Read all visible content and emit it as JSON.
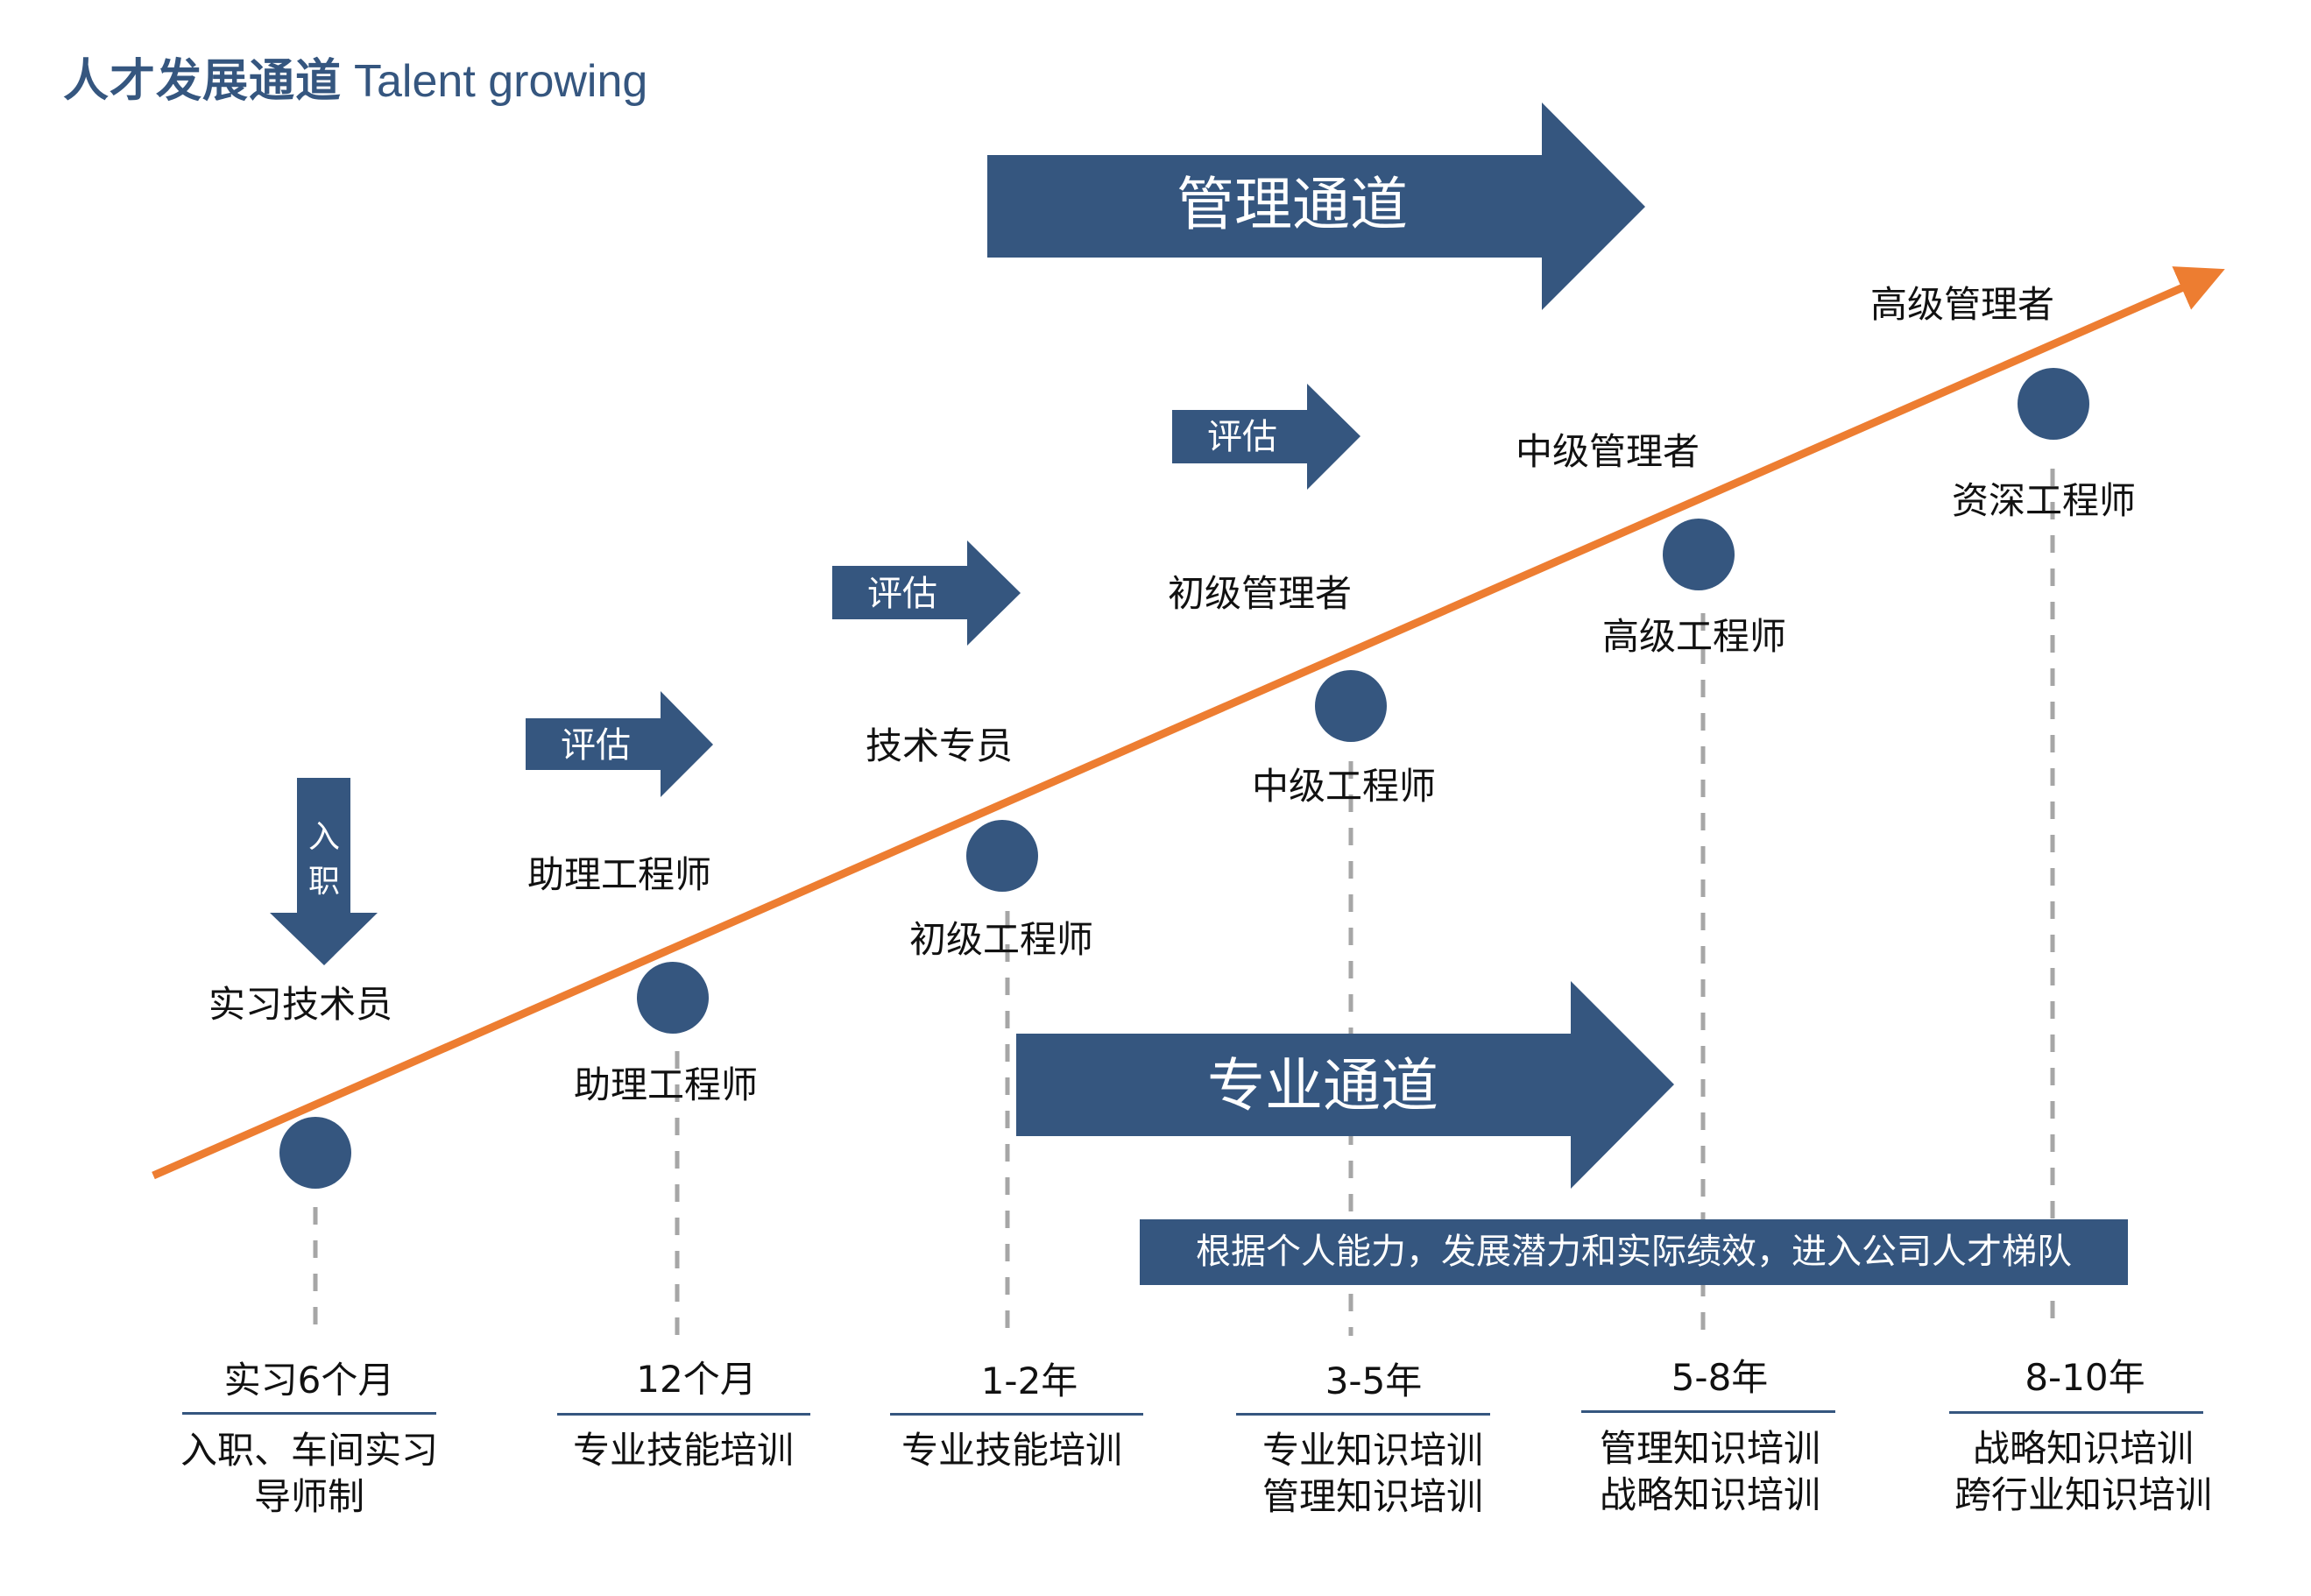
{
  "title": {
    "cn": "人才发展通道",
    "en": "Talent growing"
  },
  "colors": {
    "primary": "#35567f",
    "orange": "#ed7d31",
    "dash": "#a6a6a6",
    "text": "#111111"
  },
  "channels": {
    "management": "管理通道",
    "professional": "专业通道"
  },
  "entry_arrow": {
    "chars": [
      "入",
      "职"
    ]
  },
  "evaluate_arrows": [
    "评估",
    "评估",
    "评估"
  ],
  "management_roles": [
    "技术专员",
    "初级管理者",
    "中级管理者",
    "高级管理者"
  ],
  "start_role": "实习技术员",
  "upper_tech_role": "助理工程师",
  "milestones": [
    {
      "role": "",
      "period": "实习6个月",
      "training": [
        "入职、车间实习",
        "导师制"
      ]
    },
    {
      "role": "助理工程师",
      "period": "12个月",
      "training": [
        "专业技能培训"
      ]
    },
    {
      "role": "初级工程师",
      "period": "1-2年",
      "training": [
        "专业技能培训"
      ]
    },
    {
      "role": "中级工程师",
      "period": "3-5年",
      "training": [
        "专业知识培训",
        "管理知识培训"
      ]
    },
    {
      "role": "高级工程师",
      "period": "5-8年",
      "training": [
        "管理知识培训",
        "战略知识培训"
      ]
    },
    {
      "role": "资深工程师",
      "period": "8-10年",
      "training": [
        "战略知识培训",
        "跨行业知识培训"
      ]
    }
  ],
  "banner": "根据个人能力，发展潜力和实际绩效，进入公司人才梯队"
}
